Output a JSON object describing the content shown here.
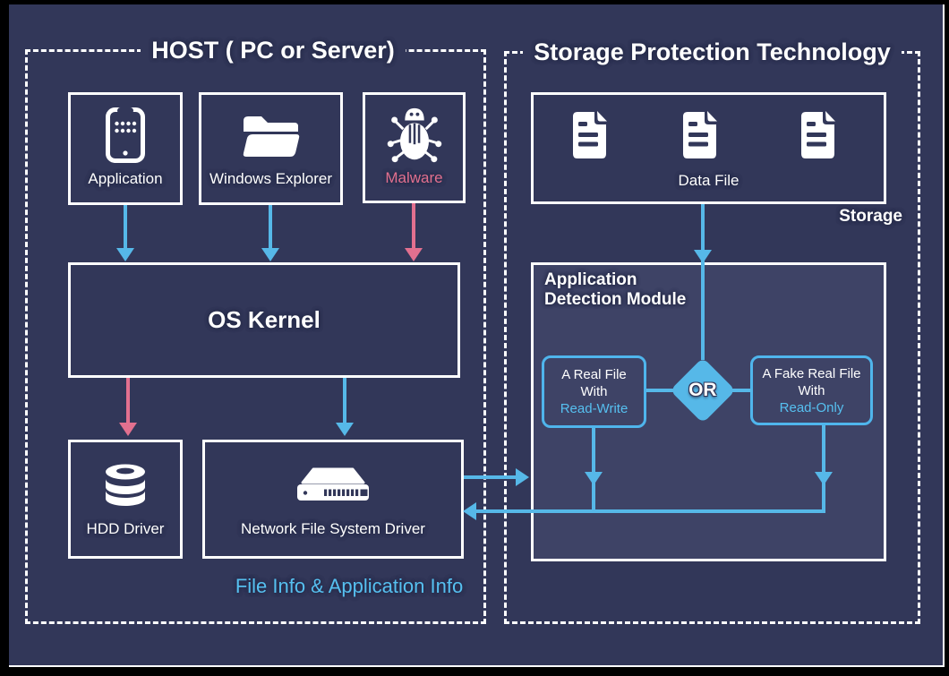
{
  "host": {
    "title": "HOST ( PC or Server)",
    "application_label": "Application",
    "windows_explorer_label": "Windows Explorer",
    "malware_label": "Malware",
    "os_kernel_label": "OS Kernel",
    "hdd_driver_label": "HDD Driver",
    "nfs_driver_label": "Network File System Driver",
    "info_label": "File Info & Application Info"
  },
  "storage_tech": {
    "title": "Storage Protection Technology",
    "data_file_label": "Data File",
    "storage_label": "Storage",
    "module_title": "Application\nDetection Module",
    "real_file": {
      "line1": "A Real File",
      "line2": "With",
      "line3": "Read-Write"
    },
    "fake_file": {
      "line1": "A Fake Real File",
      "line2": "With",
      "line3": "Read-Only"
    },
    "or_label": "OR"
  },
  "icons": {
    "application": "smartphone-icon",
    "windows_explorer": "open-folder-icon",
    "malware": "bug-icon",
    "hdd_driver": "database-icon",
    "nfs_driver": "network-device-icon",
    "data_file": "document-icon"
  },
  "colors": {
    "background": "#323759",
    "module_background": "#3E4366",
    "arrow_blue": "#56B8E8",
    "arrow_pink": "#E2708F",
    "accent_text_blue": "#56C0F0",
    "border_white": "#FFFFFF"
  }
}
